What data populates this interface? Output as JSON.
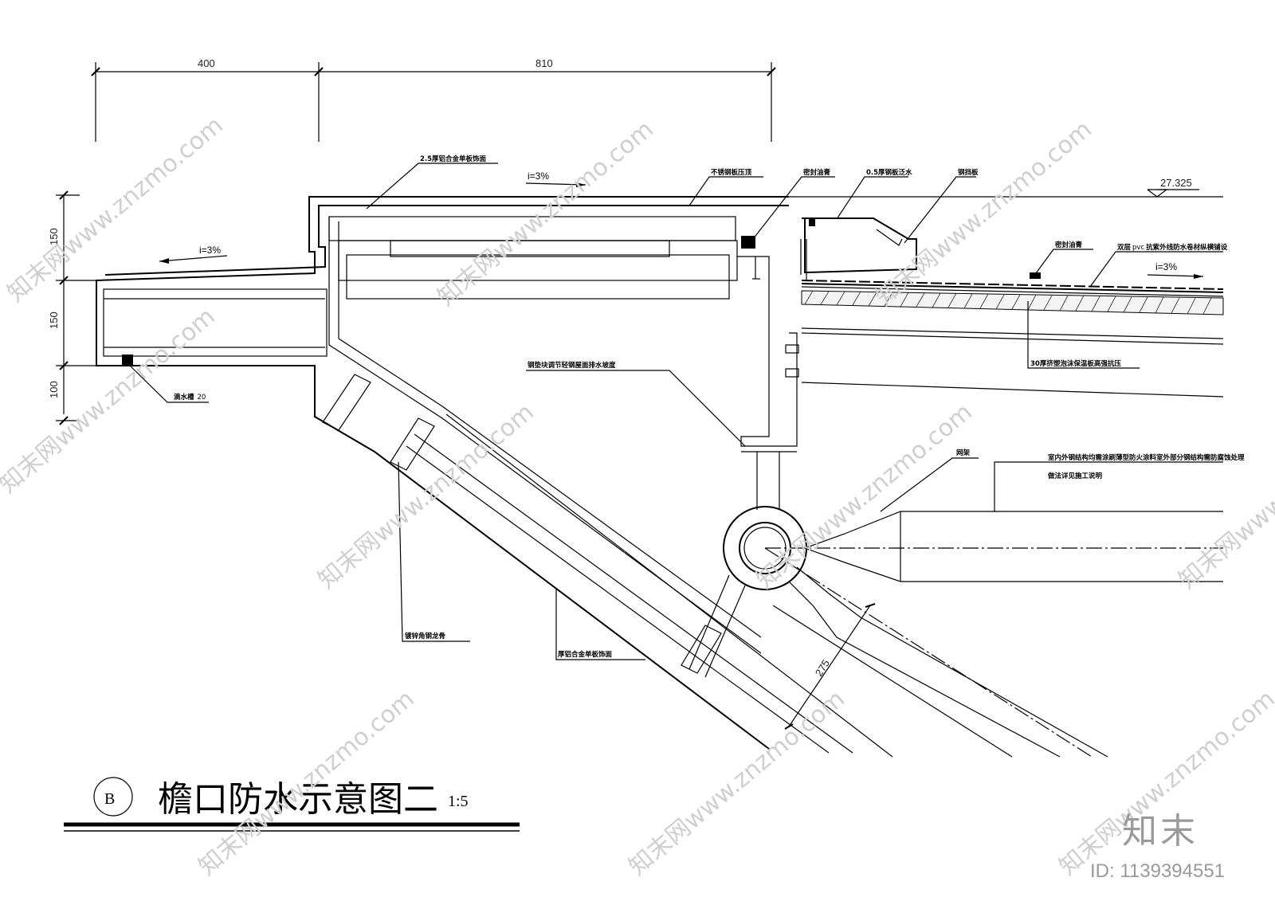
{
  "dimensions": {
    "top_left": "400",
    "top_right": "810",
    "left_upper": "150",
    "left_middle": "150",
    "left_lower": "100",
    "diagonal": "275",
    "elevation": "27.325"
  },
  "slopes": {
    "top": "i=3%",
    "left": "i=3%",
    "right": "i=3%"
  },
  "notes": {
    "aluminum_top": "2.5厚铝合金单板饰面",
    "stainless_cap": "不锈钢板压顶",
    "sealant_1": "密封油膏",
    "steel_flashing": "0.5厚钢板泛水",
    "steel_baffle": "钢挡板",
    "sealant_2": "密封油膏",
    "membrane_prefix": "双层",
    "membrane_pvc": "pvc",
    "membrane_suffix": "抗紫外线防水卷材纵横铺设",
    "insulation": "30厚挤塑泡沫保温板高强抗压",
    "steel_pad": "钢垫块调节轻钢屋面排水坡度",
    "drip_groove": "滴水槽",
    "drip_groove_size": "20",
    "space_frame": "网架",
    "steel_note_line1": "室内外钢结构均需涂刷薄型防火涂料室外部分钢结构需防腐蚀处理",
    "steel_note_line2": "做法详见施工说明",
    "galvanized_keel": "镀锌角钢龙骨",
    "aluminum_bottom": "厚铝合金单板饰面"
  },
  "title": {
    "symbol": "B",
    "text": "檐口防水示意图二",
    "scale": "1:5"
  },
  "watermark": {
    "repeat_text": "知末网www.znzmo.com",
    "brand": "知末",
    "id": "ID: 1139394551"
  }
}
